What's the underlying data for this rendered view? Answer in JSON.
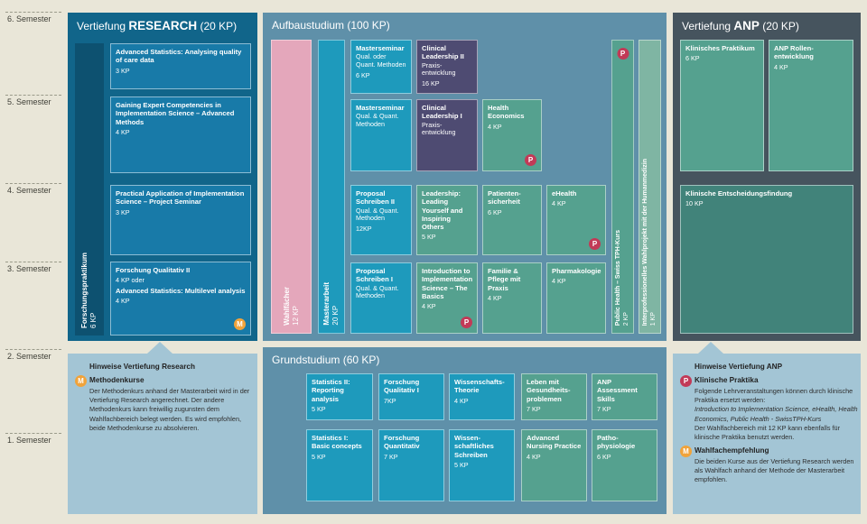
{
  "colors": {
    "background": "#e9e6d8",
    "research_panel": "#11658a",
    "research_bar": "#0d5170",
    "research_card": "#187aa8",
    "mid_panel": "#5f90a9",
    "cyan_card": "#1e9abc",
    "purple_card": "#4e4b72",
    "green_card": "#55a18f",
    "green_dark_card": "#41837a",
    "green_light_bar": "#7fb5a3",
    "pink_bar": "#e4a7bb",
    "anp_panel": "#46545e",
    "hint_panel": "#a3c5d5",
    "badge_p": "#c23a57",
    "badge_m": "#f0a33b"
  },
  "semesters": [
    "6. Semester",
    "5. Semester",
    "4. Semester",
    "3. Semester",
    "2. Semester",
    "1. Semester"
  ],
  "research": {
    "title_pre": "Vertiefung ",
    "title_bold": "RESEARCH",
    "title_post": " (20 KP)",
    "bar": {
      "title": "Forschungspraktikum",
      "kp": "6 KP"
    },
    "cards": [
      {
        "title": "Advanced Statistics: Analysing quality of care data",
        "kp": "3 KP"
      },
      {
        "title": "Gaining Expert Competencies in Implementation Science – Advanced Methods",
        "kp": "4 KP"
      },
      {
        "title": "Practical Application of Implementation Science – Project Seminar",
        "kp": "3 KP"
      },
      {
        "title": "Forschung Qualitativ II",
        "kp": "4 KP oder",
        "title2": "Advanced Statistics: Multilevel analysis",
        "kp2": "4 KP",
        "badge": "M"
      }
    ]
  },
  "aufbau": {
    "title": "Aufbaustudium (100 KP)",
    "wahlfaecher": {
      "title": "Wahlfächer",
      "kp": "12 KP"
    },
    "masterarbeit": {
      "title": "Masterarbeit",
      "kp": "20 KP"
    },
    "public_health": {
      "title": "Public Health – Swiss TPH-Kurs",
      "kp": "2 KP",
      "badge": "P"
    },
    "interprof": {
      "title": "Interprofessionelles Wahlprojekt mit der Humanmedizin",
      "kp": "1 KP"
    },
    "cards": [
      {
        "title": "Masterseminar",
        "sub": "Qual. oder Quant. Methoden",
        "kp": "6 KP"
      },
      {
        "title": "Masterseminar",
        "sub": "Qual. & Quant. Methoden"
      },
      {
        "title": "Clinical Leadership II",
        "sub": "Praxis-entwicklung",
        "kp": "16 KP"
      },
      {
        "title": "Clinical Leadership I",
        "sub": "Praxis-entwicklung"
      },
      {
        "title": "Health Economics",
        "kp": "4 KP",
        "badge": "P"
      },
      {
        "title": "Proposal Schreiben II",
        "sub": "Qual. & Quant. Methoden",
        "kp": "12KP"
      },
      {
        "title": "Leadership: Leading Yourself and Inspiring Others",
        "kp": "5 KP"
      },
      {
        "title": "Patienten-sicherheit",
        "kp": "6 KP"
      },
      {
        "title": "eHealth",
        "kp": "4 KP",
        "badge": "P"
      },
      {
        "title": "Proposal Schreiben I",
        "sub": "Qual. & Quant. Methoden"
      },
      {
        "title": "Introduction to Implementation Science – The Basics",
        "kp": "4 KP",
        "badge": "P"
      },
      {
        "title": "Familie & Pflege mit Praxis",
        "kp": "4 KP"
      },
      {
        "title": "Pharmakologie",
        "kp": "4 KP"
      }
    ]
  },
  "anp": {
    "title_pre": "Vertiefung ",
    "title_bold": "ANP",
    "title_post": " (20 KP)",
    "cards": [
      {
        "title": "Klinisches Praktikum",
        "kp": "6 KP"
      },
      {
        "title": "ANP Rollen-entwicklung",
        "kp": "4 KP"
      },
      {
        "title": "Klinische Entscheidungsfindung",
        "kp": "10 KP"
      }
    ]
  },
  "grund": {
    "title": "Grundstudium (60 KP)",
    "row1": [
      {
        "title": "Statistics II: Reporting analysis",
        "kp": "5 KP"
      },
      {
        "title": "Forschung Qualitativ I",
        "kp": "7KP"
      },
      {
        "title": "Wissenschafts-Theorie",
        "kp": "4 KP"
      },
      {
        "title": "Leben mit Gesundheits-problemen",
        "kp": "7 KP"
      },
      {
        "title": "ANP Assessment Skills",
        "kp": "7 KP"
      }
    ],
    "row2": [
      {
        "title": "Statistics I: Basic concepts",
        "kp": "5 KP"
      },
      {
        "title": "Forschung Quantitativ",
        "kp": "7 KP"
      },
      {
        "title": "Wissen-schaftliches Schreiben",
        "kp": "5 KP"
      },
      {
        "title": "Advanced Nursing Practice",
        "kp": "4 KP"
      },
      {
        "title": "Patho-physiologie",
        "kp": "6 KP"
      }
    ]
  },
  "hints": {
    "research": {
      "title": "Hinweise Vertiefung Research",
      "badge": "M",
      "subtitle": "Methodenkurse",
      "body": "Der Methodenkurs anhand der Masterarbeit wird in der Vertiefung Research angerechnet. Der andere Methodenkurs kann freiwillig zugunsten dem Wahlfachbereich belegt werden. Es wird empfohlen, beide Methodenkurse zu absolvieren."
    },
    "anp": {
      "title": "Hinweise Vertiefung ANP",
      "badge1": "P",
      "subtitle1": "Klinische Praktika",
      "body1_intro": "Folgende Lehrveranstaltungen können durch klinische Praktika ersetzt werden:",
      "body1_italic": "Introduction to Implementation Science, eHealth, Health Economics, Public Health - SwissTPH-Kurs",
      "body1_rest": "Der Wahlfachbereich mit 12 KP kann ebenfalls für klinische Praktika benutzt werden.",
      "badge2": "M",
      "subtitle2": "Wahlfachempfehlung",
      "body2": "Die beiden Kurse aus der Vertiefung Research werden als Wahlfach anhand der Methode der Masterarbeit empfohlen."
    }
  }
}
